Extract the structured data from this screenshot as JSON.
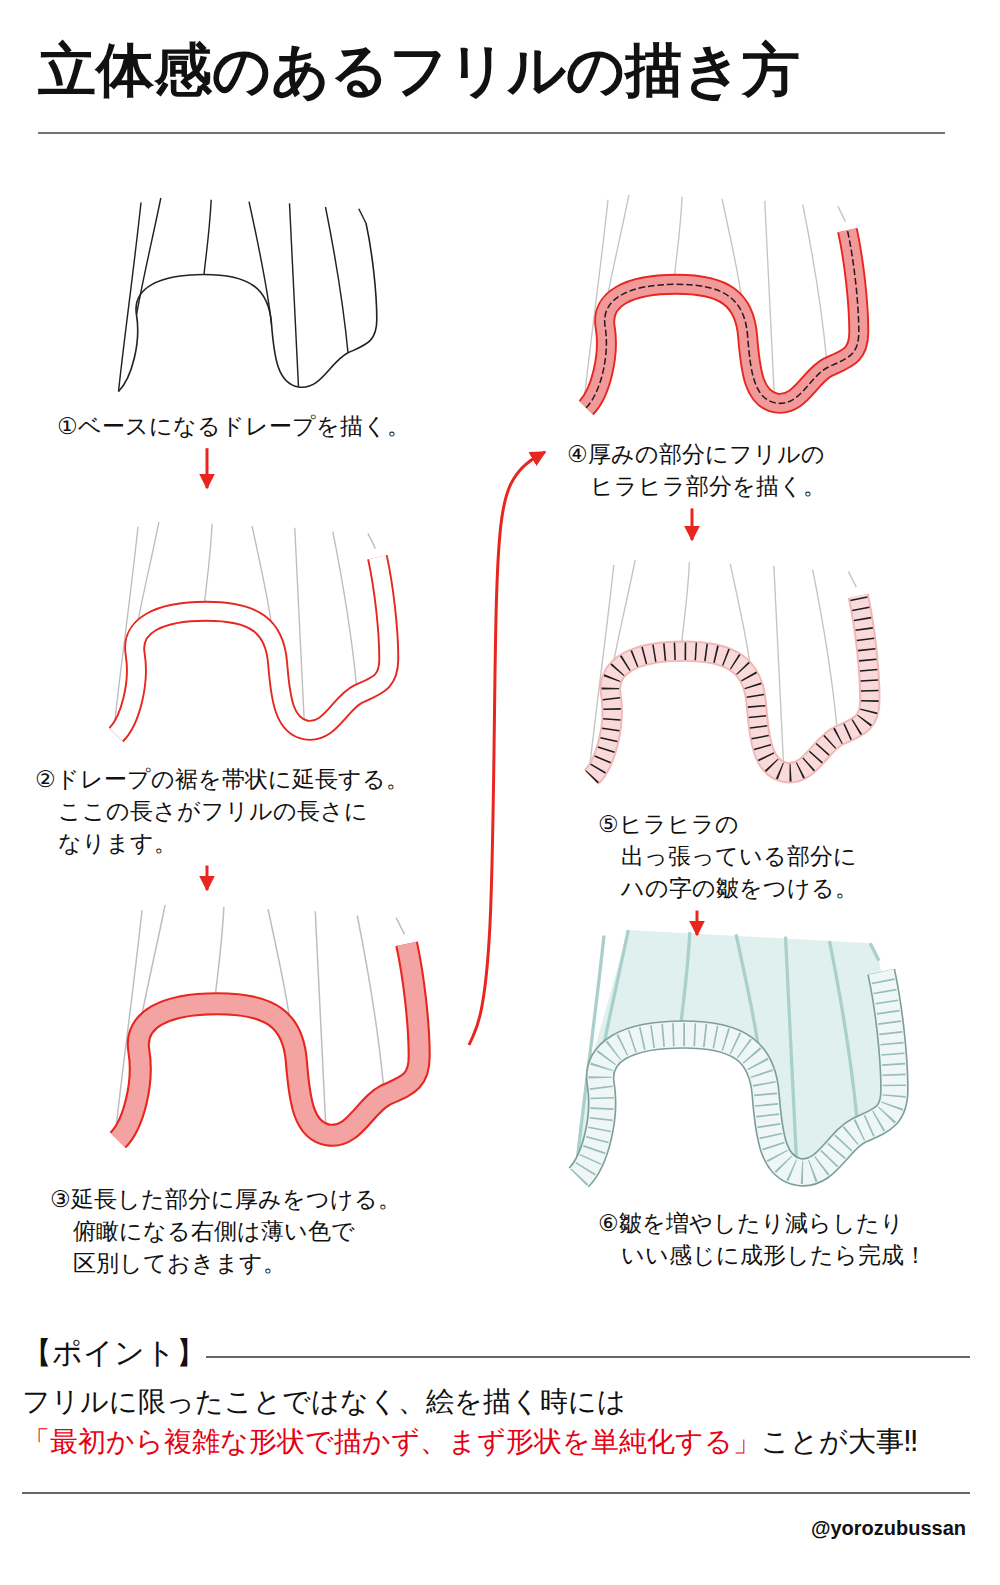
{
  "diagram": {
    "title": "立体感のあるフリルの描き方",
    "nodes": [
      {
        "text": [
          "①ベースになるドレープを描く。"
        ]
      },
      {
        "text": [
          "②ドレープの裾を帯状に延長する。 ここの長さがフリルの長さに なります。"
        ]
      },
      {
        "text": [
          "③延長した部分に厚みをつける。 俯瞰になる右側は薄い色で 区別しておきます。"
        ]
      },
      {
        "text": [
          "④厚みの部分にフリルの ヒラヒラ部分を描く。"
        ]
      },
      {
        "text": [
          "⑤ヒラヒラの 出っ張っている部分に ハの字の皺をつける。"
        ]
      },
      {
        "text": [
          "⑥皺を増やしたり減らしたり いい感じに成形したら完成！"
        ]
      }
    ],
    "edges": [
      {
        "from": 0,
        "to": 1,
        "arrow": "to"
      },
      {
        "from": 1,
        "to": 2,
        "arrow": "to"
      },
      {
        "from": 2,
        "to": 3,
        "arrow": "to"
      },
      {
        "from": 3,
        "to": 4,
        "arrow": "to"
      },
      {
        "from": 4,
        "to": 5,
        "arrow": "to"
      }
    ],
    "labels": [
      "【ポイント】",
      "フリルに限ったことではなく、絵を描く時には",
      "「最初から複雑な形状で描かず、まず形状を単純化する」",
      "ことが大事‼",
      "@yorozubussan"
    ]
  }
}
